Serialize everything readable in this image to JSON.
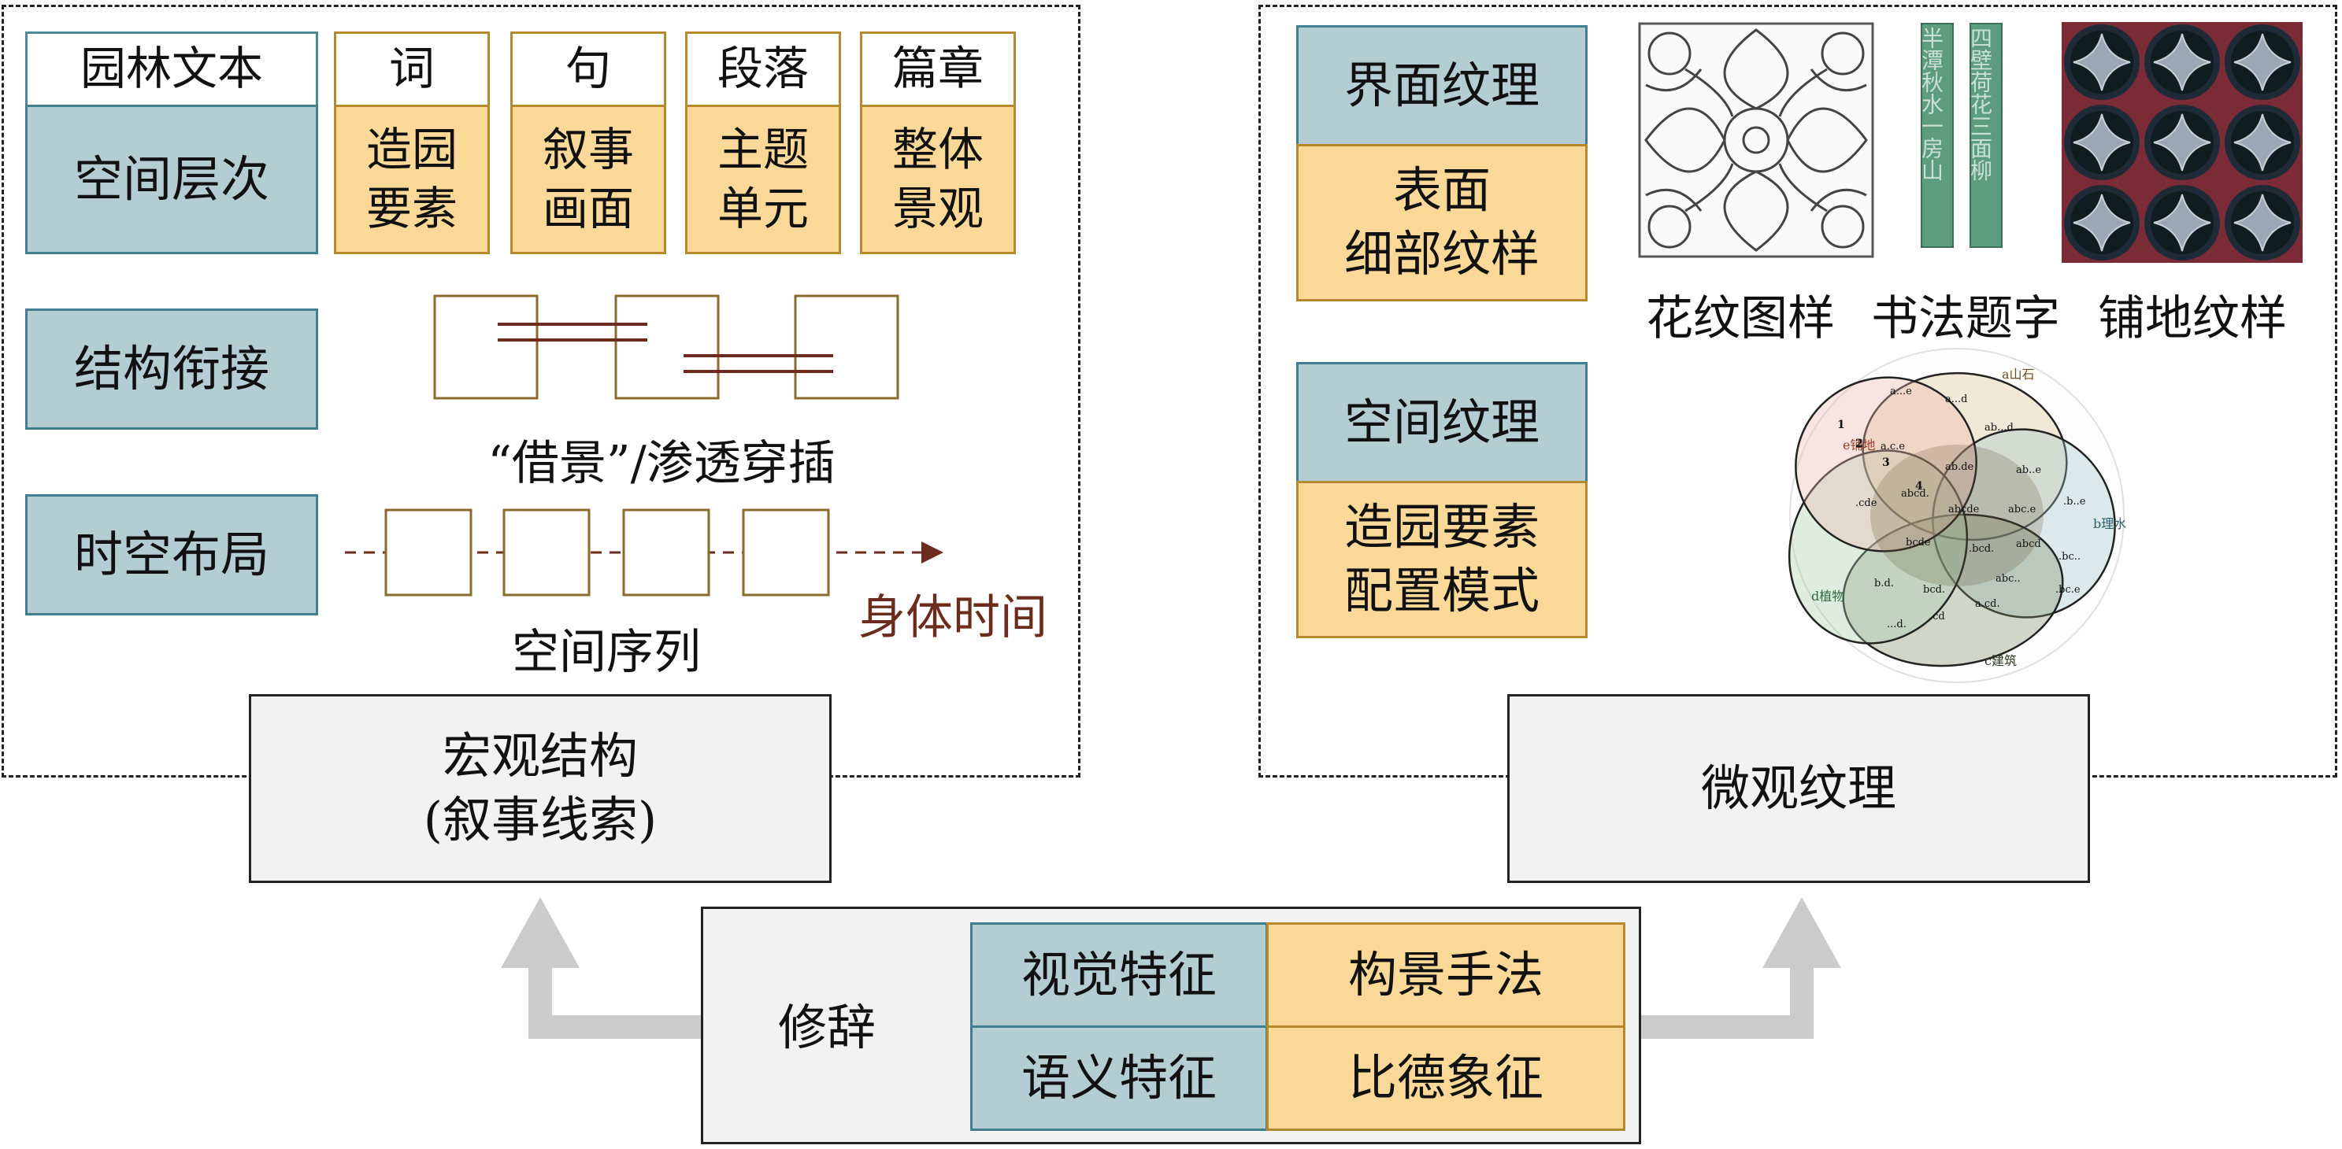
{
  "macro": {
    "header": {
      "row_label": "园林文本",
      "cols": [
        "词",
        "句",
        "段落",
        "篇章"
      ]
    },
    "space_level": {
      "label": "空间层次",
      "cells": [
        [
          "造园",
          "要素"
        ],
        [
          "叙事",
          "画面"
        ],
        [
          "主题",
          "单元"
        ],
        [
          "整体",
          "景观"
        ]
      ]
    },
    "structure": {
      "label": "结构衔接",
      "caption": "“借景”/渗透穿插"
    },
    "layout": {
      "label": "时空布局",
      "caption": "空间序列",
      "arrow_label": "身体时间"
    },
    "summary": {
      "line1": "宏观结构",
      "line2": "(叙事线索)"
    }
  },
  "micro": {
    "interface": {
      "label": "界面纹理",
      "desc": [
        "表面",
        "细部纹样"
      ]
    },
    "space": {
      "label": "空间纹理",
      "desc": [
        "造园要素",
        "配置模式"
      ]
    },
    "images": {
      "pattern": "花纹图样",
      "calligraphy": "书法题字",
      "paving": "铺地纹样"
    },
    "summary": "微观纹理",
    "venn_labels": {
      "a": "a山石",
      "b": "b理水",
      "c": "c建筑",
      "d": "d植物",
      "e": "e铺地",
      "cells": [
        "a...e",
        "a...d",
        "ab...d",
        "ab.de",
        "a.c.e",
        "abcde",
        "abcd.",
        "ab..e",
        "abc.e",
        ".b..e",
        ".cde",
        "bcde",
        ".bcd.",
        "abcd",
        "abc..",
        ".bc..",
        ".bc.e",
        "b.d.",
        "bcd.",
        "a.cd.",
        "...d.",
        ".cd",
        "c建筑"
      ],
      "numbers": [
        "1",
        "2",
        "3",
        "4"
      ]
    },
    "calligraphy_chars": {
      "left": "半潭秋水一房山",
      "right": "四壁荷花三面柳"
    }
  },
  "rhetoric": {
    "label": "修辞",
    "visual": "视觉特征",
    "semantic": "语义特征",
    "technique": "构景手法",
    "symbol": "比德象征"
  },
  "colors": {
    "teal": "#b3cdd3",
    "yellow": "#f9d898",
    "arrow_gray": "#cccccc",
    "dark_red": "#6b2c1e"
  }
}
